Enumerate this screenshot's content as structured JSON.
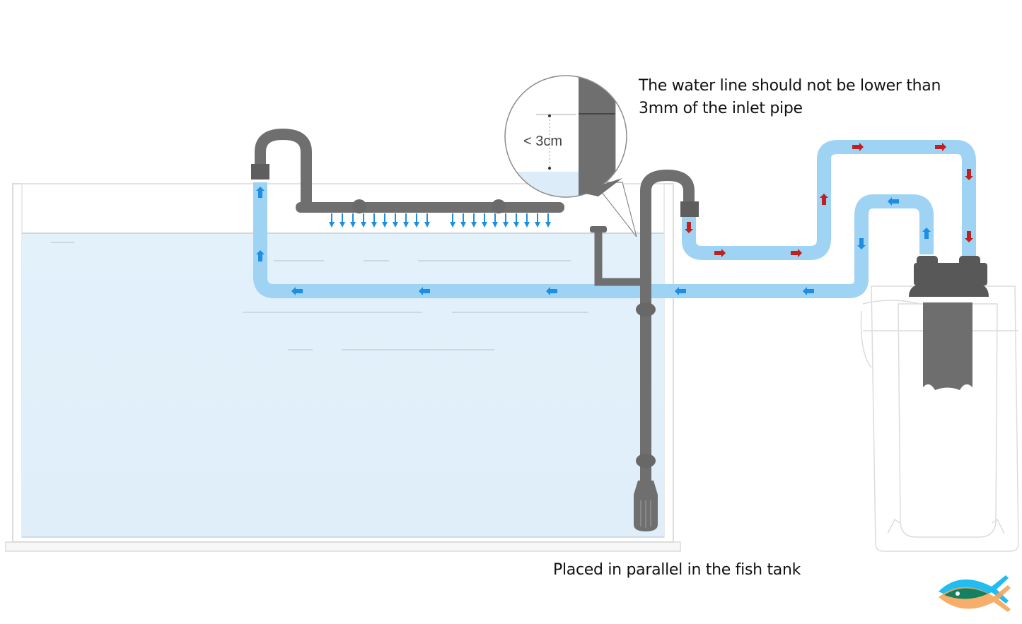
{
  "diagram": {
    "title": "Aquarium external canister filter installation",
    "note": {
      "line1": "The water line should not be lower than",
      "line2": "3mm of the inlet pipe"
    },
    "magnifier": {
      "measurement_label": "< 3cm"
    },
    "bottom_caption": "Placed in parallel in the fish tank",
    "logo": "fish-logo-icon",
    "components": [
      {
        "name": "fish-tank",
        "label": ""
      },
      {
        "name": "spray-bar-outlet",
        "label": ""
      },
      {
        "name": "intake-pipe",
        "label": ""
      },
      {
        "name": "canister-filter",
        "label": ""
      },
      {
        "name": "inlet-hose",
        "label": ""
      },
      {
        "name": "outlet-hose",
        "label": ""
      }
    ],
    "flow": {
      "outlet_arrow": "blue-arrow",
      "intake_arrow": "red-arrow"
    },
    "colors": {
      "water": "#e2f0fb",
      "hose": "#9fd3f4",
      "pipe": "#6f6f6f",
      "out_arrow": "#1e8ee0",
      "in_arrow": "#c0201e",
      "logo_blue": "#17b8f0",
      "logo_orange": "#f6a55a",
      "logo_green": "#148060"
    }
  }
}
